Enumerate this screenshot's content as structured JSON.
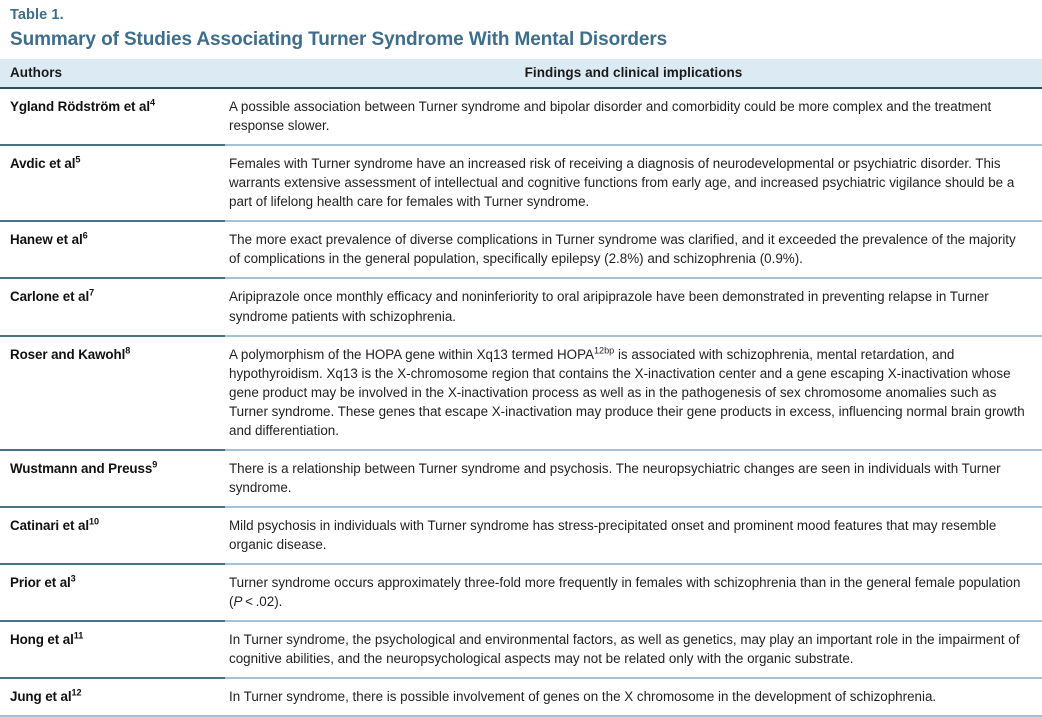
{
  "caption": {
    "number": "Table 1.",
    "title": "Summary of Studies Associating Turner Syndrome With Mental Disorders"
  },
  "colors": {
    "accent": "#3d6e8c",
    "header_background": "#dceaf4",
    "header_rule": "#2f4f63",
    "divider_dark": "#4a7286",
    "divider_light": "#a3c2d6",
    "body_text": "#231f20"
  },
  "table": {
    "columns": [
      {
        "key": "authors",
        "label": "Authors",
        "align": "left"
      },
      {
        "key": "findings",
        "label": "Findings and clinical implications",
        "align": "center"
      }
    ],
    "rows": [
      {
        "authors": "Ygland Rödström et al",
        "authors_ref": "4",
        "findings": "A possible association between Turner syndrome and bipolar disorder and comorbidity could be more complex and the treatment response slower."
      },
      {
        "authors": "Avdic et al",
        "authors_ref": "5",
        "findings": "Females with Turner syndrome have an increased risk of receiving a diagnosis of neurodevelopmental or psychiatric disorder. This warrants extensive assessment of intellectual and cognitive functions from early age, and increased psychiatric vigilance should be a part of lifelong health care for females with Turner syndrome."
      },
      {
        "authors": "Hanew et al",
        "authors_ref": "6",
        "findings": "The more exact prevalence of diverse complications in Turner syndrome was clarified, and it exceeded the prevalence of the majority of complications in the general population, specifically epilepsy (2.8%) and schizophrenia (0.9%)."
      },
      {
        "authors": "Carlone et al",
        "authors_ref": "7",
        "findings": "Aripiprazole once monthly efficacy and noninferiority to oral aripiprazole have been demonstrated in preventing relapse in Turner syndrome patients with schizophrenia."
      },
      {
        "authors": "Roser and Kawohl",
        "authors_ref": "8",
        "findings_part1": "A polymorphism of the HOPA gene within Xq13 termed HOPA",
        "findings_sup": "12bp",
        "findings_part2": " is associated with schizophrenia, mental retardation, and hypothyroidism. Xq13 is the X-chromosome region that contains the X-inactivation center and a gene escaping X-inactivation whose gene product may be involved in the X-inactivation process as well as in the pathogenesis of sex chromosome anomalies such as Turner syndrome. These genes that escape X-inactivation may produce their gene products in excess, influencing normal brain growth and differentiation."
      },
      {
        "authors": "Wustmann and Preuss",
        "authors_ref": "9",
        "findings": "There is a relationship between Turner syndrome and psychosis. The neuropsychiatric changes are seen in individuals with Turner syndrome."
      },
      {
        "authors": "Catinari et al",
        "authors_ref": "10",
        "findings": "Mild psychosis in individuals with Turner syndrome has stress-precipitated onset and prominent mood features that may resemble organic disease."
      },
      {
        "authors": "Prior et al",
        "authors_ref": "3",
        "findings_part1": "Turner syndrome occurs approximately three-fold more frequently in females with schizophrenia than in the general female population (",
        "findings_italic": "P",
        "findings_part2": " < .02)."
      },
      {
        "authors": "Hong et al",
        "authors_ref": "11",
        "findings": "In Turner syndrome, the psychological and environmental factors, as well as genetics, may play an important role in the impairment of cognitive abilities, and the neuropsychological aspects may not be related only with the organic substrate."
      },
      {
        "authors": "Jung et al",
        "authors_ref": "12",
        "findings": "In Turner syndrome, there is possible involvement of genes on the X chromosome in the development of schizophrenia."
      }
    ]
  }
}
